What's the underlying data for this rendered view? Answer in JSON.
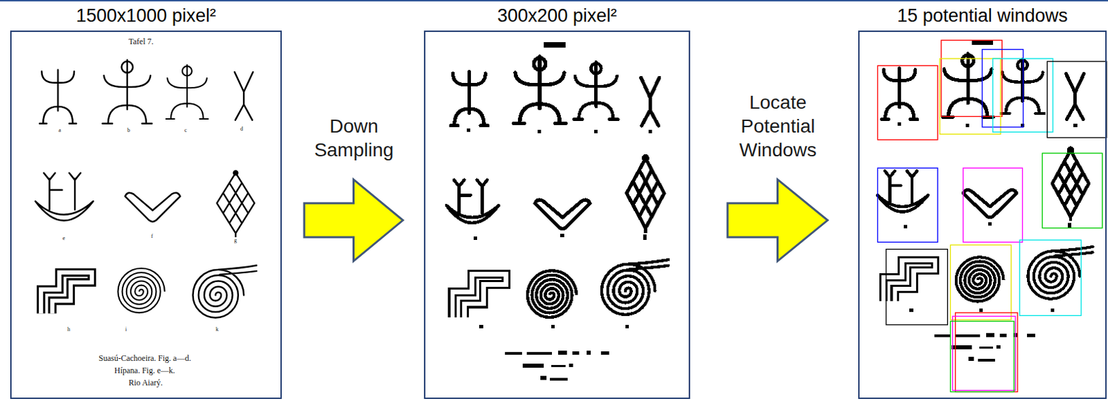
{
  "diagram": {
    "nodes": [
      {
        "text": [
          "1500x1000 pixel²"
        ]
      },
      {
        "text": [
          "300x200 pixel²"
        ]
      },
      {
        "text": [
          "15 potential windows"
        ]
      }
    ],
    "edges": [
      {
        "from": 0,
        "to": 1,
        "arrow": "to",
        "label": "Down Sampling"
      },
      {
        "from": 1,
        "to": 2,
        "arrow": "to",
        "label": "Locate Potential Windows"
      }
    ],
    "labels": [
      "Tafel 7.",
      "a",
      "b",
      "c",
      "d",
      "e",
      "f",
      "g",
      "h",
      "i",
      "k",
      "Suasú-Cachoeira. Fig. a—d.",
      "Hípana. Fig. e—k.",
      "Rio Aiarý."
    ]
  }
}
